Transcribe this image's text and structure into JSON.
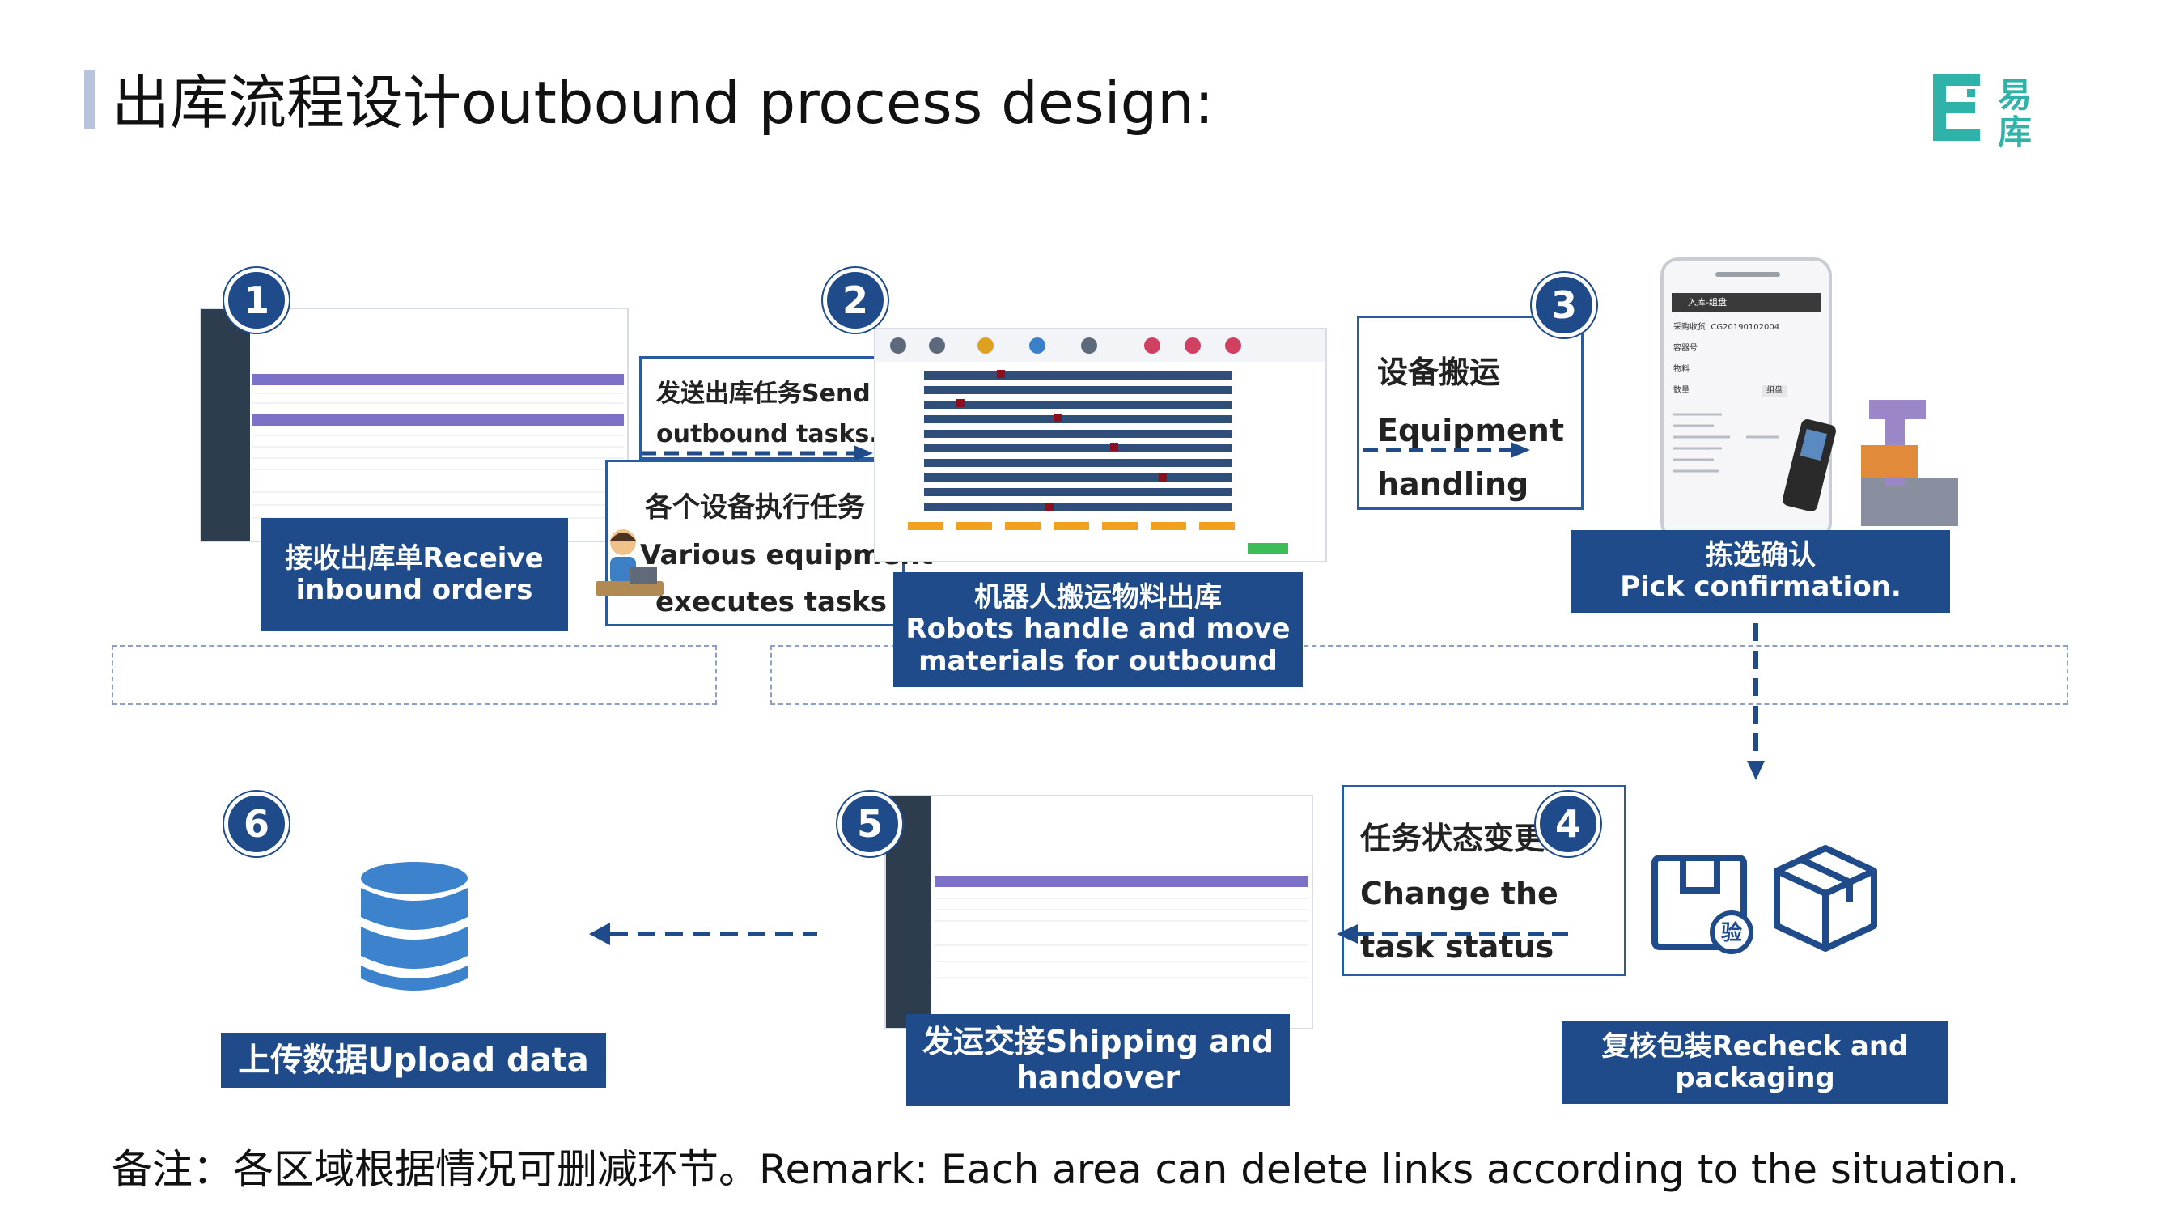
{
  "title": "出库流程设计outbound process design:",
  "logo": {
    "text_1": "易",
    "text_2": "库"
  },
  "steps": [
    {
      "num": "1",
      "label_line1": "接收出库单Receive",
      "label_line2": "inbound orders"
    },
    {
      "num": "2",
      "label_line1": "机器人搬运物料出库",
      "label_line2": "Robots handle and move",
      "label_line3": "materials for outbound"
    },
    {
      "num": "3",
      "label_line1": "拣选确认",
      "label_line2": "Pick confirmation."
    },
    {
      "num": "4",
      "label_line1": "复核包装Recheck and",
      "label_line2": "packaging"
    },
    {
      "num": "5",
      "label_line1": "发运交接Shipping and",
      "label_line2": "handover"
    },
    {
      "num": "6",
      "label_line1": "上传数据Upload data"
    }
  ],
  "tasks": {
    "send": {
      "line1": "发送出库任务Send",
      "line2": "outbound tasks."
    },
    "execute": {
      "line1": "各个设备执行任务",
      "line2": "Various equipment",
      "line3": "executes tasks"
    },
    "handling": {
      "line1": "设备搬运",
      "line2": "Equipment",
      "line3": "handling"
    },
    "status": {
      "line1": "任务状态变更",
      "line2": "Change the",
      "line3": "task status"
    }
  },
  "phone": {
    "header": "入库-组盘",
    "row1_label": "采购收货",
    "row1_value": "CG20190102004",
    "row2_label": "容器号",
    "row3_label": "物料",
    "row4_label": "数量",
    "btn": "组盘"
  },
  "icons": {
    "verify_badge": "验"
  },
  "colors": {
    "accent": "#1f4b8a",
    "table_header": "#7b72c8",
    "sidebar": "#2e3d4d"
  },
  "footer": "备注：各区域根据情况可删减环节。Remark: Each area can delete links according to the situation."
}
